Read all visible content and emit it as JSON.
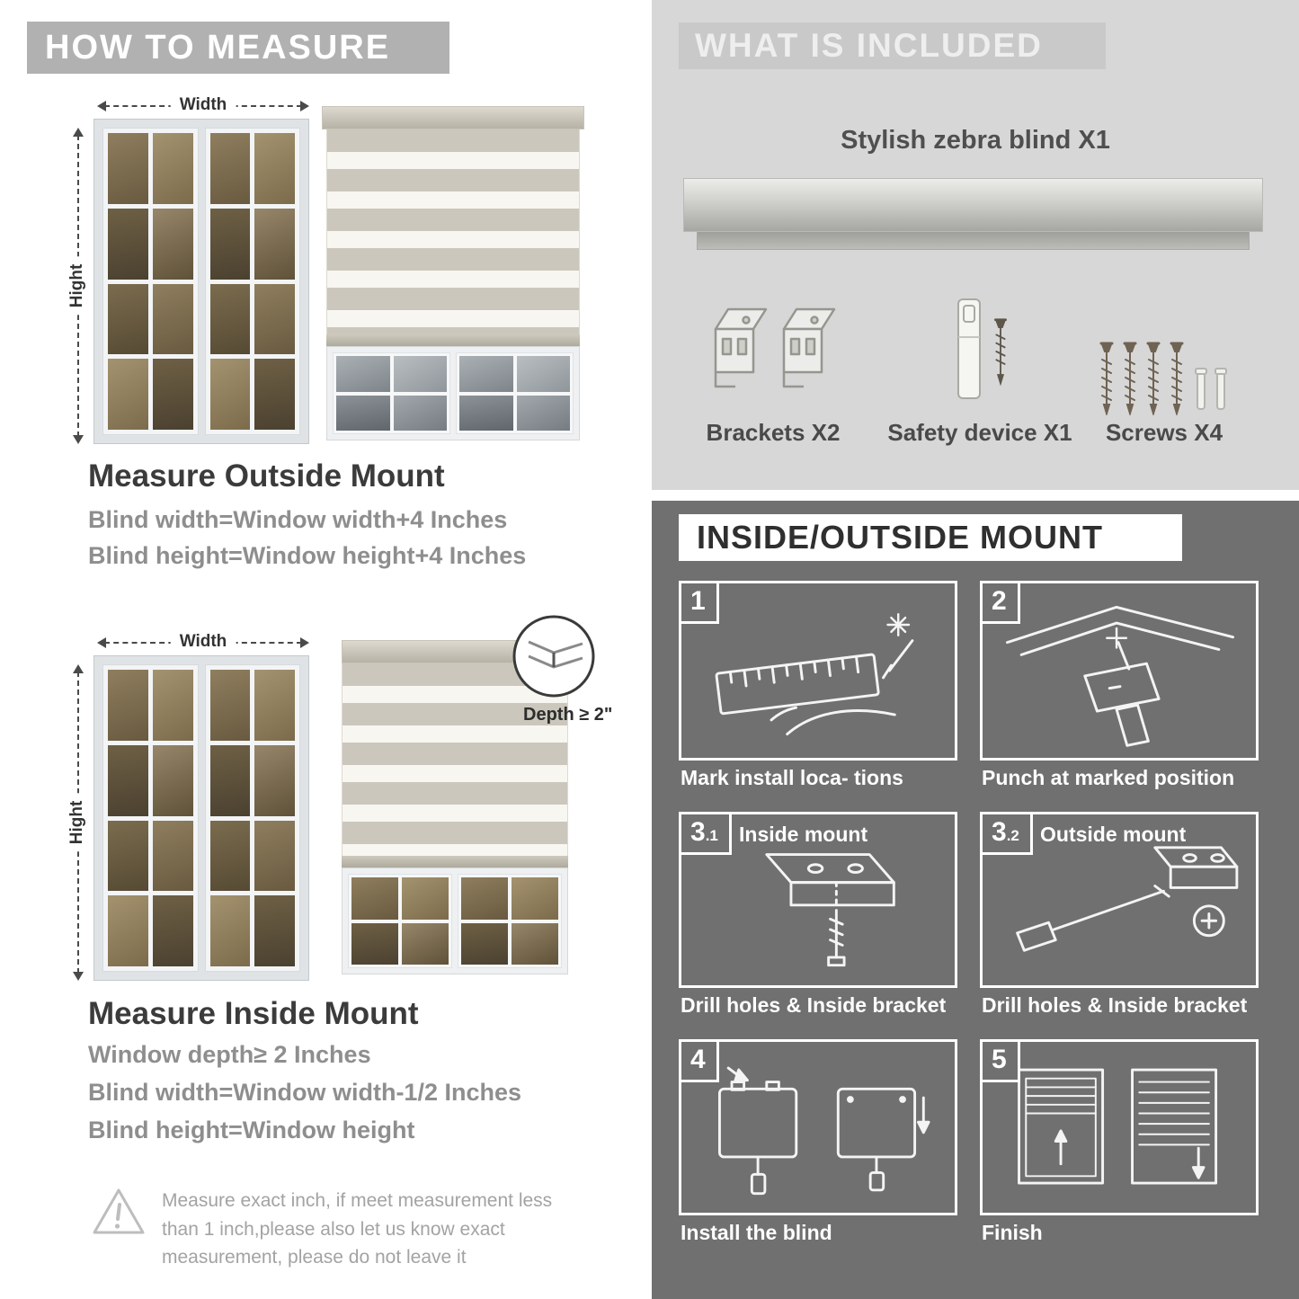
{
  "colors": {
    "left_banner_bg": "#b1b1b1",
    "included_panel_bg": "#d7d7d7",
    "included_banner_bg": "#c9c9c9",
    "mount_panel_bg": "#707070",
    "stripe_gray": "#cbc7bc"
  },
  "measure": {
    "header": "HOW TO MEASURE",
    "width_label": "Width",
    "height_label": "Hight",
    "outside": {
      "title": "Measure Outside Mount",
      "lines": [
        "Blind width=Window width+4 Inches",
        "Blind height=Window height+4 Inches"
      ]
    },
    "inside": {
      "title": "Measure Inside Mount",
      "depth_note": "Depth ≥ 2\"",
      "lines": [
        "Window depth≥ 2 Inches",
        "Blind width=Window width-1/2 Inches",
        "Blind height=Window height"
      ]
    },
    "warning": "Measure exact inch, if meet measurement less than 1 inch,please also let us know exact measurement, please do not leave it"
  },
  "included": {
    "header": "WHAT IS INCLUDED",
    "blind_label": "Stylish zebra blind X1",
    "items": [
      {
        "label": "Brackets X2"
      },
      {
        "label": "Safety device X1"
      },
      {
        "label": "Screws X4"
      }
    ]
  },
  "mount": {
    "header": "INSIDE/OUTSIDE MOUNT",
    "steps": [
      {
        "num": "1",
        "caption": "Mark install loca- tions"
      },
      {
        "num": "2",
        "caption": "Punch at  marked position"
      },
      {
        "num": "3",
        "sub": ".1",
        "label": "Inside mount",
        "caption": "Drill holes &  Inside bracket"
      },
      {
        "num": "3",
        "sub": ".2",
        "label": "Outside mount",
        "caption": "Drill holes &  Inside bracket"
      },
      {
        "num": "4",
        "caption": "Install the blind"
      },
      {
        "num": "5",
        "caption": "Finish"
      }
    ]
  }
}
